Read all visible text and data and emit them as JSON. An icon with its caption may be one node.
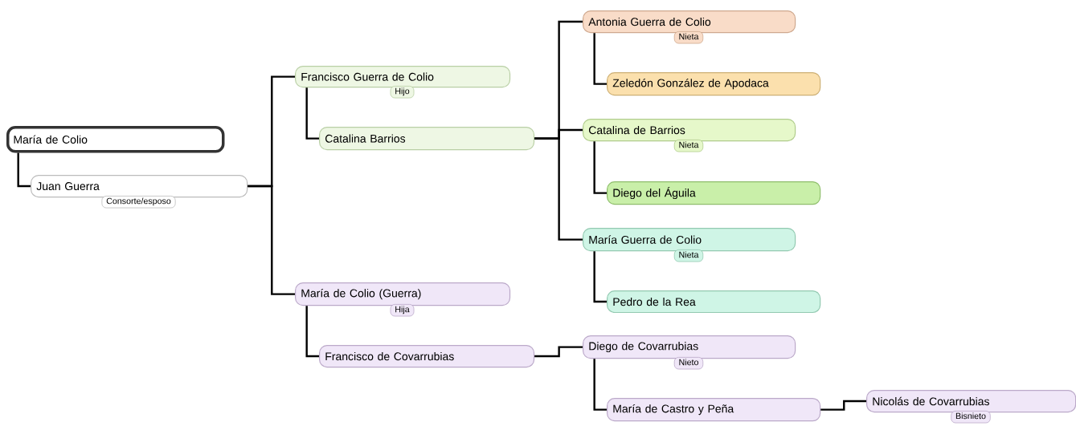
{
  "diagram": {
    "nodes": [
      {
        "text": [
          "María de  Colio"
        ]
      },
      {
        "text": [
          "Juan Guerra",
          "Consorte/esposo"
        ]
      },
      {
        "text": [
          "Francisco Guerra de Colio",
          "Hijo"
        ]
      },
      {
        "text": [
          "Catalina Barrios"
        ]
      },
      {
        "text": [
          "María de Colio (Guerra)",
          "Hija"
        ]
      },
      {
        "text": [
          "Francisco de Covarrubias"
        ]
      },
      {
        "text": [
          "Antonia Guerra de Colio",
          "Nieta"
        ]
      },
      {
        "text": [
          "Zeledón González de Apodaca"
        ]
      },
      {
        "text": [
          "Catalina de Barrios",
          "Nieta"
        ]
      },
      {
        "text": [
          "Diego del Águila"
        ]
      },
      {
        "text": [
          "María Guerra de Colio",
          "Nieta"
        ]
      },
      {
        "text": [
          "Pedro de la Rea"
        ]
      },
      {
        "text": [
          "Diego de Covarrubias",
          "Nieto"
        ]
      },
      {
        "text": [
          "María de Castro y Peña"
        ]
      },
      {
        "text": [
          "Nicolás de Covarrubias",
          "Bisnieto"
        ]
      }
    ],
    "edges": [
      {
        "from": 0,
        "to": 1,
        "arrow": "none"
      },
      {
        "from": 1,
        "to": 2,
        "arrow": "none"
      },
      {
        "from": 1,
        "to": 4,
        "arrow": "none"
      },
      {
        "from": 2,
        "to": 3,
        "arrow": "none"
      },
      {
        "from": 4,
        "to": 5,
        "arrow": "none"
      },
      {
        "from": 3,
        "to": 6,
        "arrow": "none"
      },
      {
        "from": 3,
        "to": 8,
        "arrow": "none"
      },
      {
        "from": 3,
        "to": 10,
        "arrow": "none"
      },
      {
        "from": 6,
        "to": 7,
        "arrow": "none"
      },
      {
        "from": 8,
        "to": 9,
        "arrow": "none"
      },
      {
        "from": 10,
        "to": 11,
        "arrow": "none"
      },
      {
        "from": 5,
        "to": 12,
        "arrow": "none"
      },
      {
        "from": 12,
        "to": 13,
        "arrow": "none"
      },
      {
        "from": 13,
        "to": 14,
        "arrow": "none"
      }
    ]
  }
}
